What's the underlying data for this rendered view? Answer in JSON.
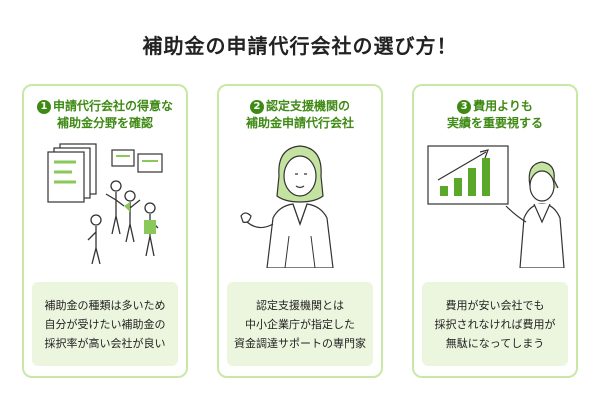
{
  "title": "補助金の申請代行会社の選び方！",
  "cards": [
    {
      "number": "1",
      "heading_line1": "申請代行会社の得意な",
      "heading_line2": "補助金分野を確認",
      "body_line1": "補助金の種類は多いため",
      "body_line2": "自分が受けたい補助金の",
      "body_line3": "採択率が高い会社が良い"
    },
    {
      "number": "2",
      "heading_line1": "認定支援機関の",
      "heading_line2": "補助金申請代行会社",
      "body_line1": "認定支援機関とは",
      "body_line2": "中小企業庁が指定した",
      "body_line3": "資金調達サポートの専門家"
    },
    {
      "number": "3",
      "heading_line1": "費用よりも",
      "heading_line2": "実績を重要視する",
      "body_line1": "費用が安い会社でも",
      "body_line2": "採択されなければ費用が",
      "body_line3": "無駄になってしまう"
    }
  ],
  "colors": {
    "accent": "#3f8a14",
    "card_border": "#c9e7a6",
    "body_bg": "#ecf6df"
  }
}
